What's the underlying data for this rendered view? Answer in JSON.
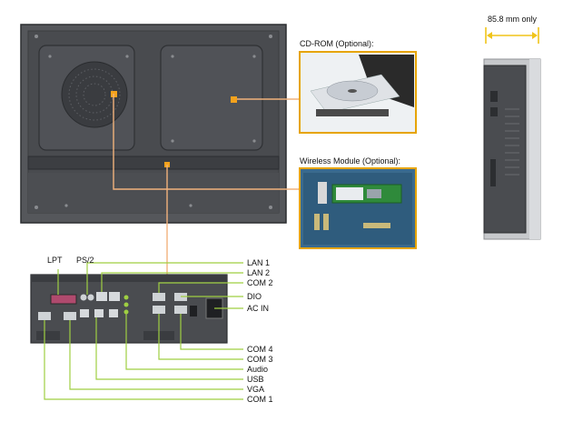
{
  "dimension": {
    "side_depth": "85.8 mm only"
  },
  "callouts": {
    "cdrom": "CD-ROM (Optional):",
    "wireless": "Wireless Module (Optional):"
  },
  "ports_top": {
    "lpt": "LPT",
    "ps2": "PS/2"
  },
  "ports_right": {
    "lan1": "LAN 1",
    "lan2": "LAN 2",
    "com2": "COM 2",
    "dio": "DIO",
    "ac_in": "AC IN",
    "com4": "COM 4",
    "com3": "COM 3",
    "audio": "Audio",
    "usb": "USB",
    "vga": "VGA",
    "com1": "COM 1"
  },
  "colors": {
    "accent_line": "#f1b27c",
    "accent_box": "#e6a400",
    "leader": "#9fcf42",
    "marker": "#f4a21c",
    "chassis": "#4a4c50",
    "chassis_dark": "#2f3134"
  }
}
